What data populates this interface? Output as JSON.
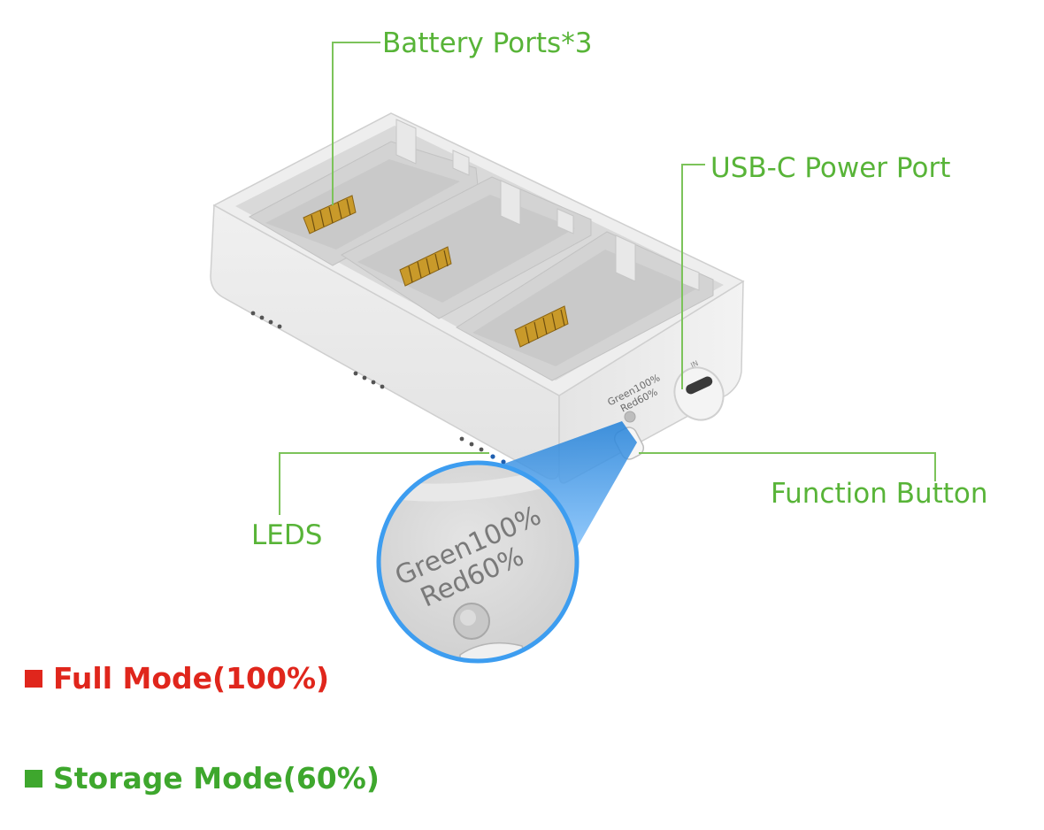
{
  "callouts": {
    "battery_ports": "Battery Ports*3",
    "usb_c_port": "USB-C Power Port",
    "function_button": "Function Button",
    "leds": "LEDS"
  },
  "device": {
    "led_label_line1": "Green100%",
    "led_label_line2": "Red60%",
    "usb_port_mark": "IN"
  },
  "legend": {
    "full_mode": {
      "label": "Full Mode(100%)",
      "color": "#e0261c"
    },
    "storage_mode": {
      "label": "Storage Mode(60%)",
      "color": "#3ea72d"
    }
  },
  "colors": {
    "callout_line": "#7cc35a",
    "callout_text": "#58b438",
    "zoom_beam": "#2b8fe6",
    "device_body": "#e6e6e6",
    "contacts": "#c99a2a"
  }
}
